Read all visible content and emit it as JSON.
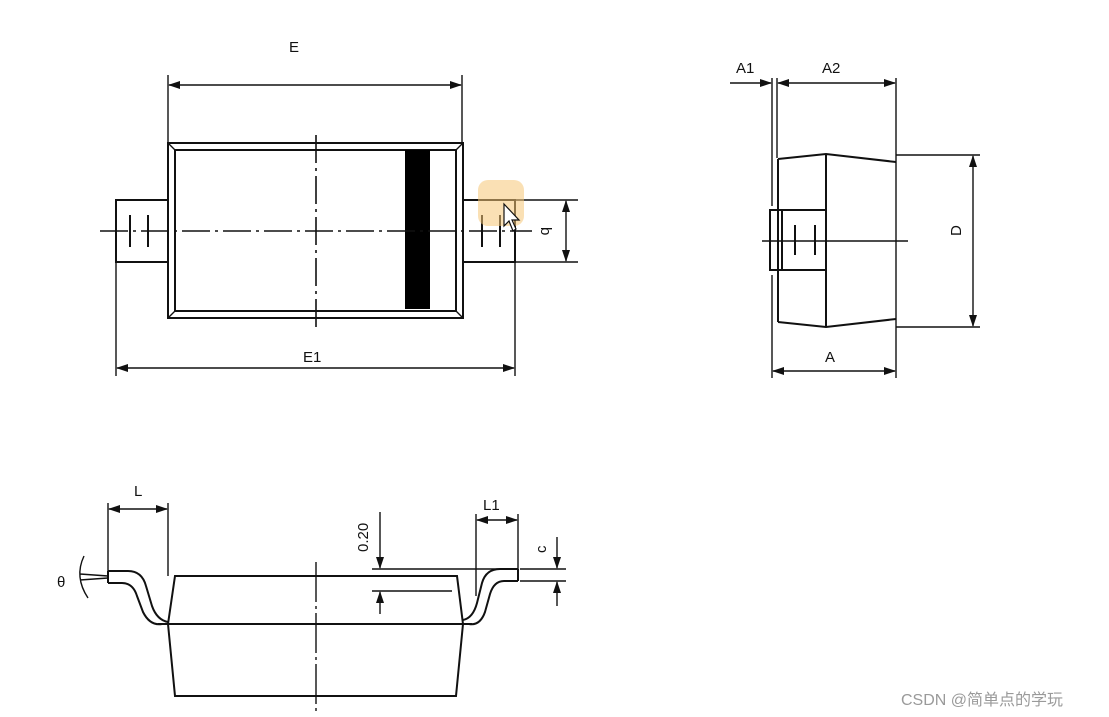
{
  "drawing": {
    "top_view": {
      "labels": {
        "E": "E",
        "E1": "E1",
        "b": "b"
      }
    },
    "side_view": {
      "labels": {
        "A1": "A1",
        "A2": "A2",
        "A": "A",
        "D": "D"
      }
    },
    "bottom_view": {
      "labels": {
        "L": "L",
        "L1": "L1",
        "theta": "θ",
        "c": "c",
        "gap": "0.20"
      }
    }
  },
  "watermark": "CSDN @简单点的学玩",
  "colors": {
    "line": "#111111",
    "cursor_highlight": "#f5c777",
    "watermark": "#9a9a9a"
  }
}
